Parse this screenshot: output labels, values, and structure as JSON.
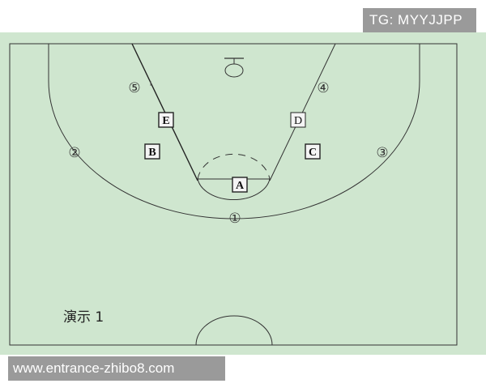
{
  "watermark_top": "TG: MYYJJPP",
  "watermark_bottom": "www.entrance-zhibo8.com",
  "caption": "演示 1",
  "players_boxed": [
    {
      "id": "A",
      "label": "A"
    },
    {
      "id": "B",
      "label": "B"
    },
    {
      "id": "C",
      "label": "C"
    },
    {
      "id": "D",
      "label": "D"
    },
    {
      "id": "E",
      "label": "E"
    }
  ],
  "positions_circled": [
    {
      "id": "1",
      "label": "①"
    },
    {
      "id": "2",
      "label": "②"
    },
    {
      "id": "3",
      "label": "③"
    },
    {
      "id": "4",
      "label": "④"
    },
    {
      "id": "5",
      "label": "⑤"
    }
  ],
  "colors": {
    "court_fill": "#cfe6cf",
    "line": "#222222",
    "watermark_bg": "#9a9a9a"
  }
}
